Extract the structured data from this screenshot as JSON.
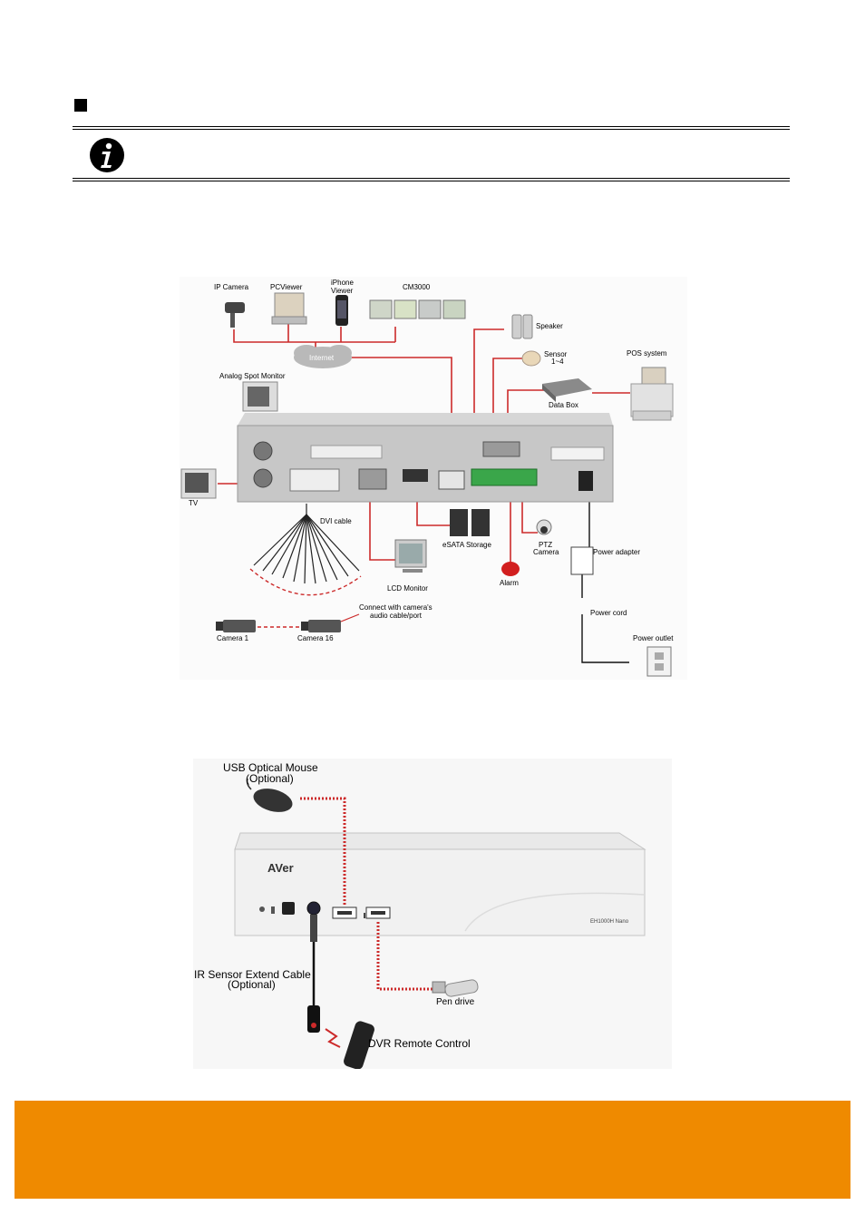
{
  "colors": {
    "footer": "#ef8a00",
    "cable_red": "#cc2a2a",
    "device_gray": "#c9c9c9"
  },
  "note": {
    "icon": "info-icon"
  },
  "figure1": {
    "labels": {
      "ip_camera": "IP Camera",
      "pcviewer": "PCViewer",
      "iphone_viewer_1": "iPhone",
      "iphone_viewer_2": "Viewer",
      "cm3000": "CM3000",
      "internet": "Internet",
      "speaker": "Speaker",
      "sensor_1": "Sensor",
      "sensor_2": "1~4",
      "pos_system": "POS system",
      "data_box": "Data Box",
      "analog_spot_monitor": "Analog Spot Monitor",
      "tv": "TV",
      "dvi_cable": "DVI cable",
      "esata_storage": "eSATA Storage",
      "ptz_camera_1": "PTZ",
      "ptz_camera_2": "Camera",
      "power_adapter": "Power adapter",
      "lcd_monitor": "LCD Monitor",
      "alarm": "Alarm",
      "connect_note_1": "Connect with camera's",
      "connect_note_2": "audio cable/port",
      "power_cord": "Power cord",
      "power_outlet": "Power outlet",
      "camera_1": "Camera 1",
      "camera_16": "Camera 16"
    }
  },
  "figure2": {
    "labels": {
      "usb_mouse_1": "USB Optical Mouse",
      "usb_mouse_2": "(Optional)",
      "brand": "AVer",
      "model": "EH1000H Nano",
      "ir_cable_1": "IR Sensor Extend Cable",
      "ir_cable_2": "(Optional)",
      "pen_drive": "Pen drive",
      "dvr_remote": "DVR Remote Control"
    }
  }
}
